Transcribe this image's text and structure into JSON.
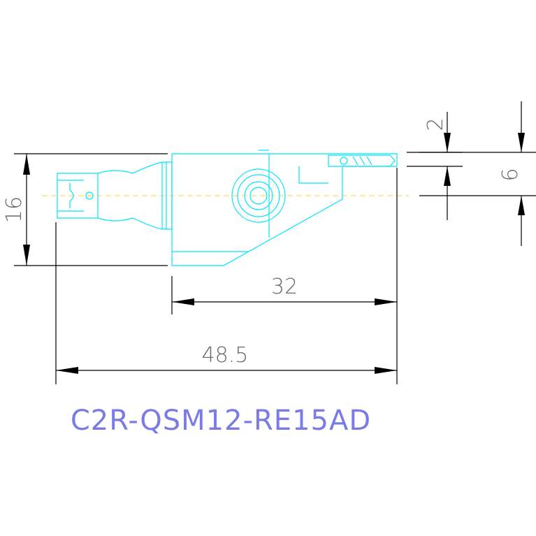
{
  "drawing": {
    "part_code": "C2R-QSM12-RE15AD",
    "dimensions": {
      "overall_length": "48.5",
      "body_length": "32",
      "height": "16",
      "offset_top": "2",
      "offset_side": "6"
    },
    "colors": {
      "geometry": "#00e5ff",
      "dimension_lines": "#000000",
      "dimension_text": "#6a6a6a",
      "center_line": "#f5d442",
      "part_code_text": "#7b7be8"
    }
  }
}
